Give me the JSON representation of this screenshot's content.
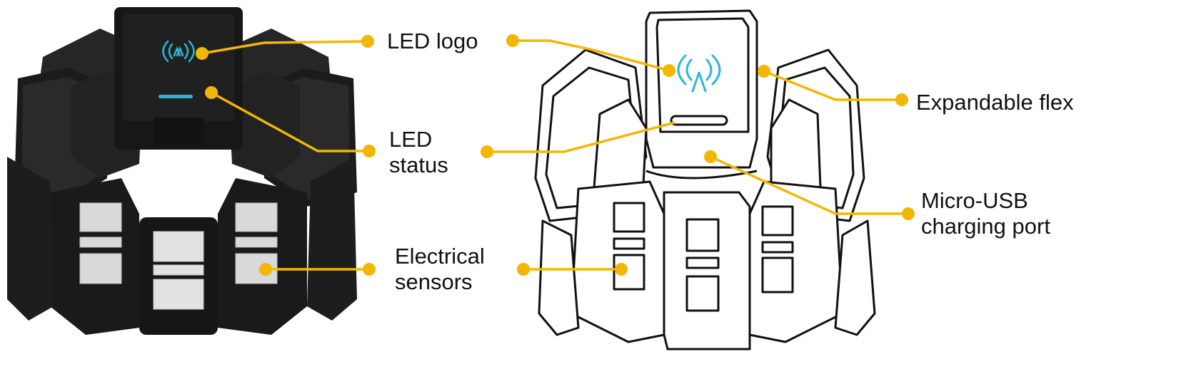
{
  "labels": {
    "led_logo": "LED logo",
    "led_status_line1": "LED",
    "led_status_line2": "status",
    "electrical_line1": "Electrical",
    "electrical_line2": "sensors",
    "expandable_flex": "Expandable flex",
    "micro_usb_line1": "Micro-USB",
    "micro_usb_line2": "charging port"
  },
  "colors": {
    "callout": "#f2b705",
    "band_dark": "#1e1e1e",
    "band_mid": "#2b2b2b",
    "sensor": "#d9d9d9",
    "led_glow": "#2ab7d6",
    "outline": "#111111"
  },
  "icons": {
    "logo": "myo-armband-logo-icon"
  }
}
